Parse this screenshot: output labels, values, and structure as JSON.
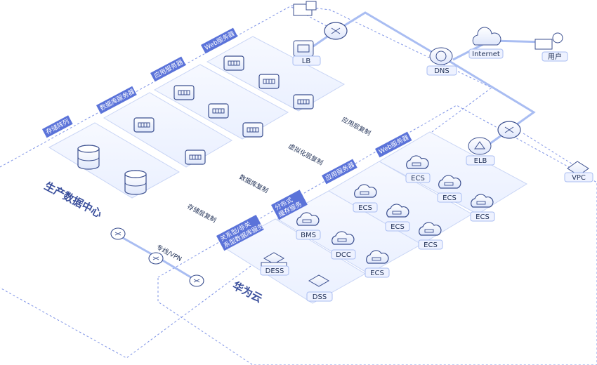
{
  "regions": {
    "production_dc": "生产数据中心",
    "huawei_cloud": "华为云"
  },
  "dc_tiers": {
    "storage_array": "存储阵列",
    "db_servers": "数据库服务器",
    "app_servers": "应用服务器",
    "web_servers": "Web服务器"
  },
  "cloud_tiers": {
    "web_servers": "Web服务器",
    "app_servers": "应用服务器",
    "cache_service": "分布式\n缓存服务",
    "db_service": "关系型/非关\n系型数据库服务"
  },
  "flows": {
    "app_replication": "应用层复制",
    "virtualization_replication": "虚拟化层复制",
    "db_replication": "数据库复制",
    "storage_replication": "存储层复制",
    "leased_line": "专线/VPN"
  },
  "nodes": {
    "lb": "LB",
    "dns": "DNS",
    "internet": "Internet",
    "user": "用户",
    "elb": "ELB",
    "vpc": "VPC",
    "ecs": "ECS",
    "bms": "BMS",
    "dcc": "DCC",
    "dess": "DESS",
    "dss": "DSS"
  },
  "colors": {
    "accent": "#6b86e8",
    "tag": "#5b73d9",
    "line": "#a9bdf2",
    "dash": "#7e93e6",
    "platform_fill": "#f4f7ff"
  }
}
